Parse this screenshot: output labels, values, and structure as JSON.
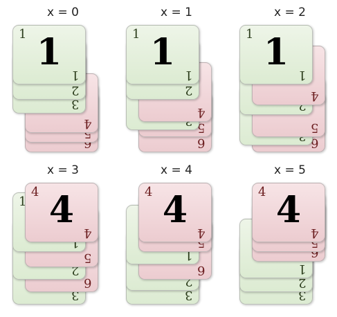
{
  "panels": [
    {
      "title": "x = 0"
    },
    {
      "title": "x = 1"
    },
    {
      "title": "x = 2"
    },
    {
      "title": "x = 3"
    },
    {
      "title": "x = 4"
    },
    {
      "title": "x = 5"
    }
  ],
  "colors": {
    "green_card": "#e4f0dc",
    "red_card": "#f2d8db",
    "green_text": "#2c3d1c",
    "red_text": "#6b1d1f"
  },
  "card_labels": {
    "c1": "1",
    "c2": "2",
    "c3": "3",
    "c4": "4",
    "c5": "5",
    "c6": "6"
  }
}
